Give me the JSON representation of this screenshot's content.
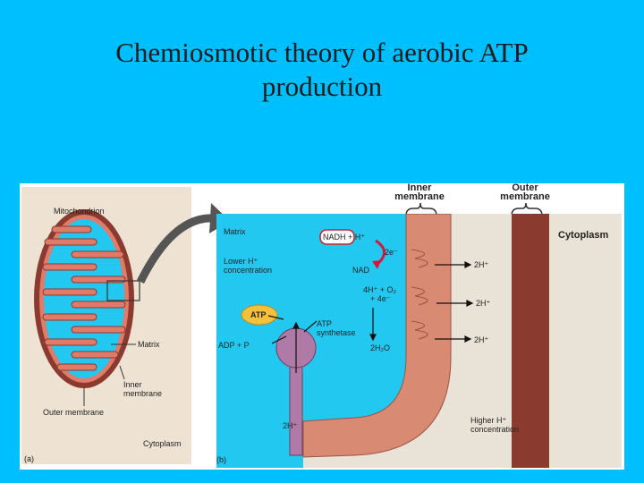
{
  "slide": {
    "title_line1": "Chemiosmotic theory of aerobic ATP",
    "title_line2": "production"
  },
  "panel_a": {
    "mitochondrion": "Mitochondrion",
    "matrix": "Matrix",
    "inner_membrane_1": "Inner",
    "inner_membrane_2": "membrane",
    "outer_membrane": "Outer membrane",
    "cytoplasm": "Cytoplasm",
    "tag": "(a)"
  },
  "panel_b": {
    "inner_membrane_1": "Inner",
    "inner_membrane_2": "membrane",
    "outer_membrane_1": "Outer",
    "outer_membrane_2": "membrane",
    "cytoplasm": "Cytoplasm",
    "matrix": "Matrix",
    "lower_h_1": "Lower H⁺",
    "lower_h_2": "concentration",
    "nadh": "NADH + H⁺",
    "two_e": "2e⁻",
    "nad": "NAD",
    "two_h_a": "2H⁺",
    "four_h_1": "4H⁺ + O₂",
    "four_h_2": "+ 4e⁻",
    "two_h_b": "2H⁺",
    "atp": "ATP",
    "adp": "ADP + P",
    "atp_synthetase_1": "ATP",
    "atp_synthetase_2": "synthetase",
    "water": "2H₂O",
    "two_h_c": "2H⁺",
    "two_h_bottom": "2H⁺",
    "higher_h_1": "Higher H⁺",
    "higher_h_2": "concentration",
    "tag": "(b)"
  },
  "colors": {
    "background": "#00BFFF",
    "matrix_blue": "#22c8f0",
    "inner_membrane": "#d98a72",
    "outer_membrane": "#8a3a2e",
    "synthase": "#b07aa6",
    "atp_badge": "#f5c13d"
  }
}
